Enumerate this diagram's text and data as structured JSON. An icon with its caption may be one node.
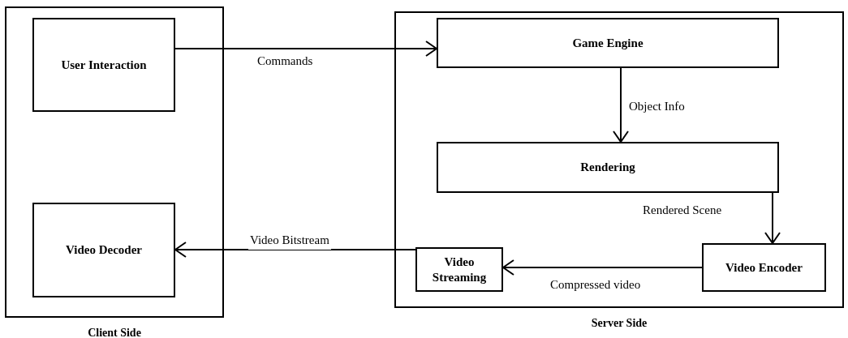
{
  "diagram": {
    "nodes": [
      {
        "text": [
          "Client Side"
        ]
      },
      {
        "text": [
          "User Interaction"
        ],
        "in": 0
      },
      {
        "text": [
          "Video Decoder"
        ],
        "in": 0
      },
      {
        "text": [
          "Server Side"
        ]
      },
      {
        "text": [
          "Game Engine"
        ],
        "in": 3
      },
      {
        "text": [
          "Rendering"
        ],
        "in": 3
      },
      {
        "text": [
          "Video Streaming"
        ],
        "in": 3
      },
      {
        "text": [
          "Video Encoder"
        ],
        "in": 3
      }
    ],
    "edges": [
      {
        "from": 1,
        "to": 4,
        "arrow": "to",
        "label": "Commands"
      },
      {
        "from": 4,
        "to": 5,
        "arrow": "to",
        "label": "Object Info"
      },
      {
        "from": 5,
        "to": 7,
        "arrow": "to",
        "label": "Rendered Scene"
      },
      {
        "from": 7,
        "to": 6,
        "arrow": "to",
        "label": "Compressed video"
      },
      {
        "from": 6,
        "to": 2,
        "arrow": "to",
        "label": "Video Bitstream"
      }
    ]
  }
}
